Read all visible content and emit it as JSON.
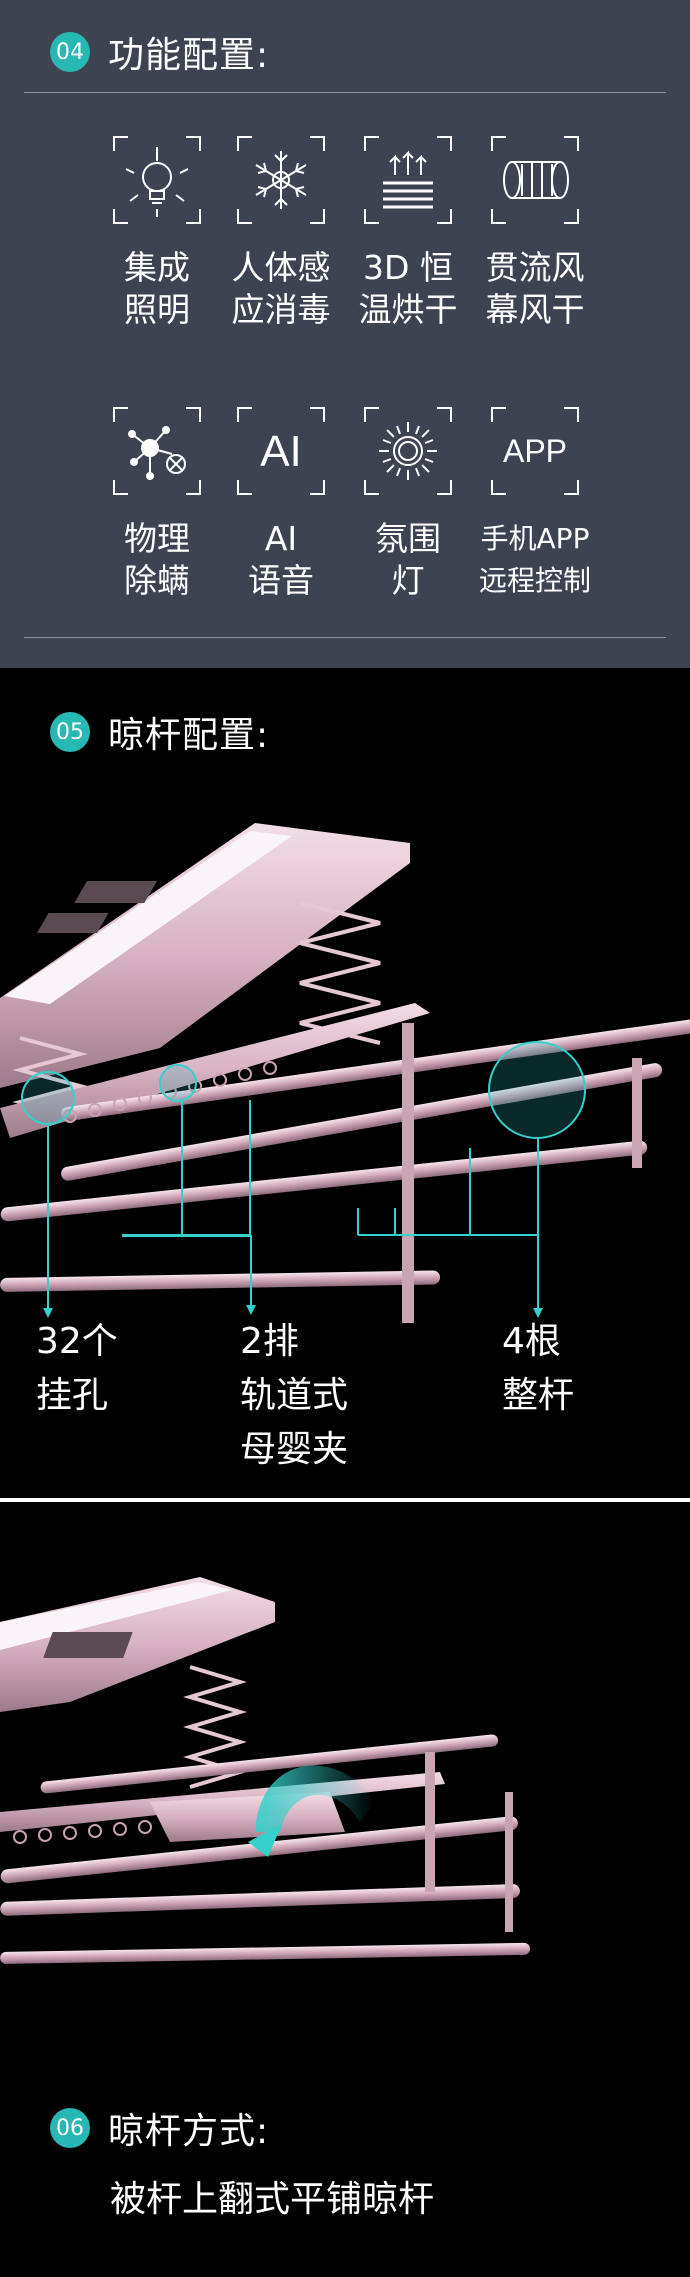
{
  "features_section": {
    "number": "04",
    "title": "功能配置:",
    "items": [
      {
        "icon": "bulb-icon",
        "label": "集成\n照明"
      },
      {
        "icon": "snowflake-icon",
        "label": "人体感\n应消毒"
      },
      {
        "icon": "heat-dry-icon",
        "label": "3D 恒\n温烘干"
      },
      {
        "icon": "airflow-icon",
        "label": "贯流风\n幕风干"
      },
      {
        "icon": "mite-removal-icon",
        "label": "物理\n除螨"
      },
      {
        "icon": "ai-icon",
        "label": "AI\n语音",
        "icon_text": "AI"
      },
      {
        "icon": "sun-light-icon",
        "label": "氛围\n灯"
      },
      {
        "icon": "app-icon",
        "label": "手机APP\n远程控制",
        "icon_text": "APP"
      }
    ]
  },
  "rack_section": {
    "number": "05",
    "title": "晾杆配置:",
    "callouts": [
      {
        "name": "hanging-holes",
        "text": "32个\n挂孔"
      },
      {
        "name": "clip-tracks",
        "text": "2排\n轨道式\n母婴夹"
      },
      {
        "name": "full-rods",
        "text": "4根\n整杆"
      }
    ]
  },
  "mode_section": {
    "number": "06",
    "title": "晾杆方式:",
    "subtitle": "被杆上翻式平铺晾杆"
  },
  "colors": {
    "panel_bg": "#3d4350",
    "accent": "#27b8b4",
    "rack_pink": "#d9b8c4"
  }
}
